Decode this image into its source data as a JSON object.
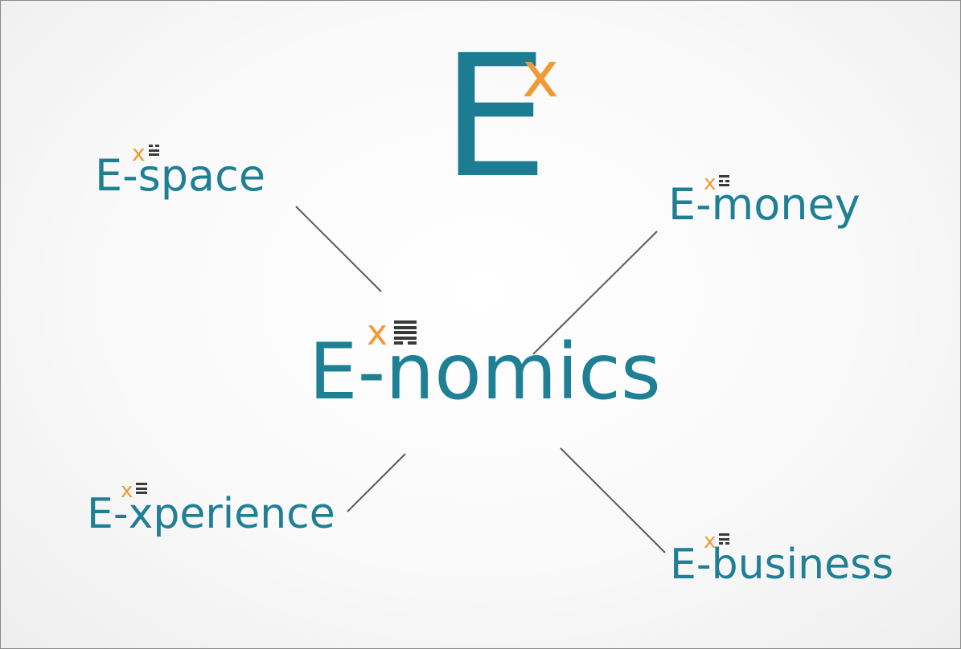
{
  "logo": {
    "letter": "E",
    "superscript": "x"
  },
  "colors": {
    "teal": "#1f7f95",
    "orange": "#ef9a35",
    "line": "#5a5a5a",
    "glyph": "#3a3a3a"
  },
  "center": {
    "letter": "E",
    "superscript": "x",
    "dash": "-",
    "word": "nomics",
    "icon": "trigram-icon"
  },
  "terms": [
    {
      "id": "space",
      "letter": "E",
      "superscript": "x",
      "dash": "-",
      "word": "space",
      "icon": "trigram-icon"
    },
    {
      "id": "money",
      "letter": "E",
      "superscript": "x",
      "dash": "-",
      "word": "money",
      "icon": "trigram-icon"
    },
    {
      "id": "experience",
      "letter": "E",
      "superscript": "x",
      "dash": "-",
      "word": "xperience",
      "icon": "trigram-icon"
    },
    {
      "id": "business",
      "letter": "E",
      "superscript": "x",
      "dash": "-",
      "word": "business",
      "icon": "trigram-icon"
    }
  ]
}
